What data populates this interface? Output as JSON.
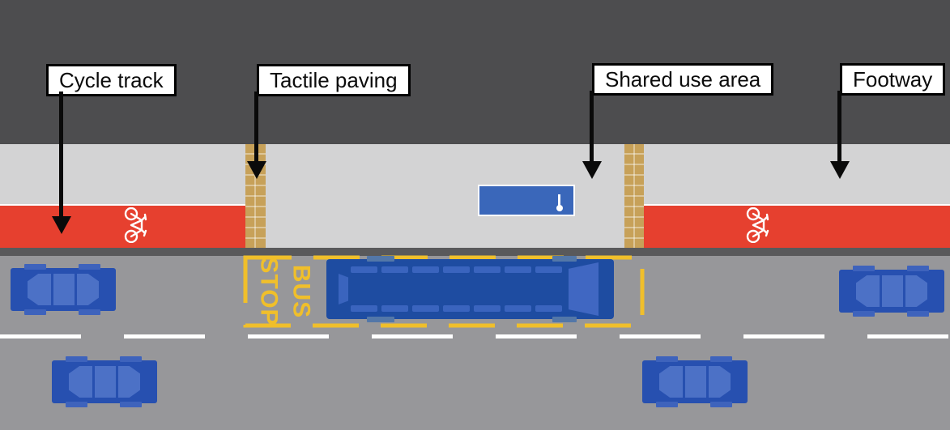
{
  "title": "Bus stop with shared use area street diagram",
  "labels": {
    "cycle_track": "Cycle track",
    "tactile_paving": "Tactile paving",
    "shared_use_area": "Shared use area",
    "footway": "Footway"
  },
  "road_markings": {
    "bus_stop_line1": "BUS",
    "bus_stop_line2": "STOP"
  },
  "icons": {
    "cycle_symbol": "bicycle-icon",
    "shelter_flag": "bus-stop-pole-icon",
    "label_pointer": "arrow-down-icon"
  },
  "colors": {
    "background_dark": "#4D4D4F",
    "footway_gray": "#D3D3D4",
    "cycle_track_red": "#E6402F",
    "tactile_tan": "#C7A159",
    "kerb_gray": "#59595B",
    "road_gray": "#97979A",
    "marking_yellow": "#F0BF2B",
    "marking_white": "#FFFFFF",
    "vehicle_blue": "#1E4CA1",
    "vehicle_glass_blue": "#4C71C6",
    "shelter_blue": "#3A67BA"
  }
}
